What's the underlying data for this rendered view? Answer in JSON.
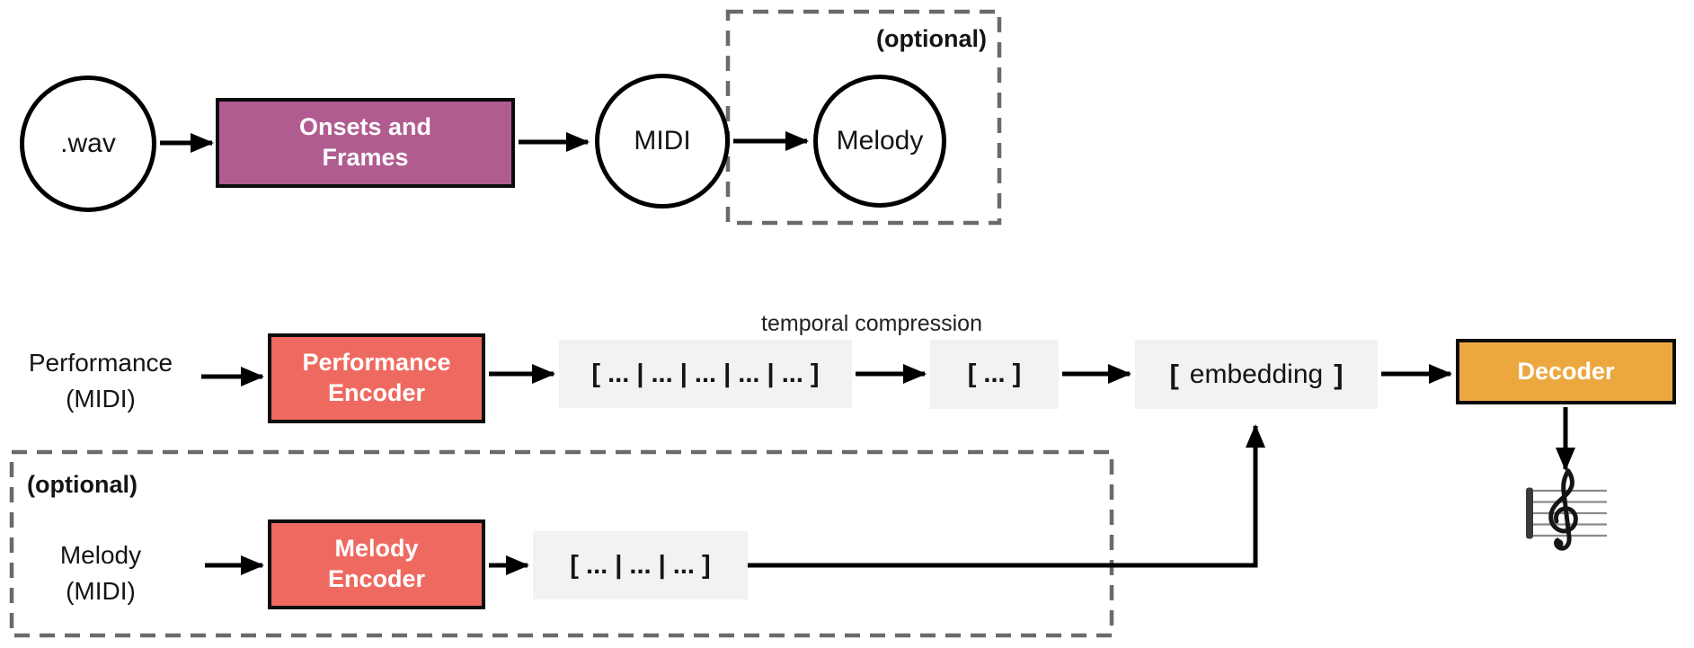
{
  "colors": {
    "purple": "#b05c90",
    "red": "#ee6a60",
    "orange": "#eca83f",
    "token_bg": "#f2f2f2",
    "dash": "#6a6a6a",
    "arrow": "#000000",
    "ink": "#141414"
  },
  "transcription": {
    "wav": ".wav",
    "onsets_frames_line1": "Onsets and",
    "onsets_frames_line2": "Frames",
    "midi": "MIDI",
    "melody": "Melody",
    "optional": "(optional)"
  },
  "autoencoder": {
    "performance_input_line1": "Performance",
    "performance_input_line2": "(MIDI)",
    "performance_encoder_line1": "Performance",
    "performance_encoder_line2": "Encoder",
    "performance_tokens": "[ ... | ... | ... | ... | ... ]",
    "temporal_compression": "temporal compression",
    "compressed_tokens": "[ ... ]",
    "embedding_open": "[",
    "embedding_label": "embedding",
    "embedding_close": "]",
    "decoder": "Decoder"
  },
  "melody_branch": {
    "optional": "(optional)",
    "melody_input_line1": "Melody",
    "melody_input_line2": "(MIDI)",
    "melody_encoder_line1": "Melody",
    "melody_encoder_line2": "Encoder",
    "melody_tokens": "[ ... | ... | ... ]"
  },
  "icons": {
    "sheet_music": "treble-clef-staff"
  }
}
